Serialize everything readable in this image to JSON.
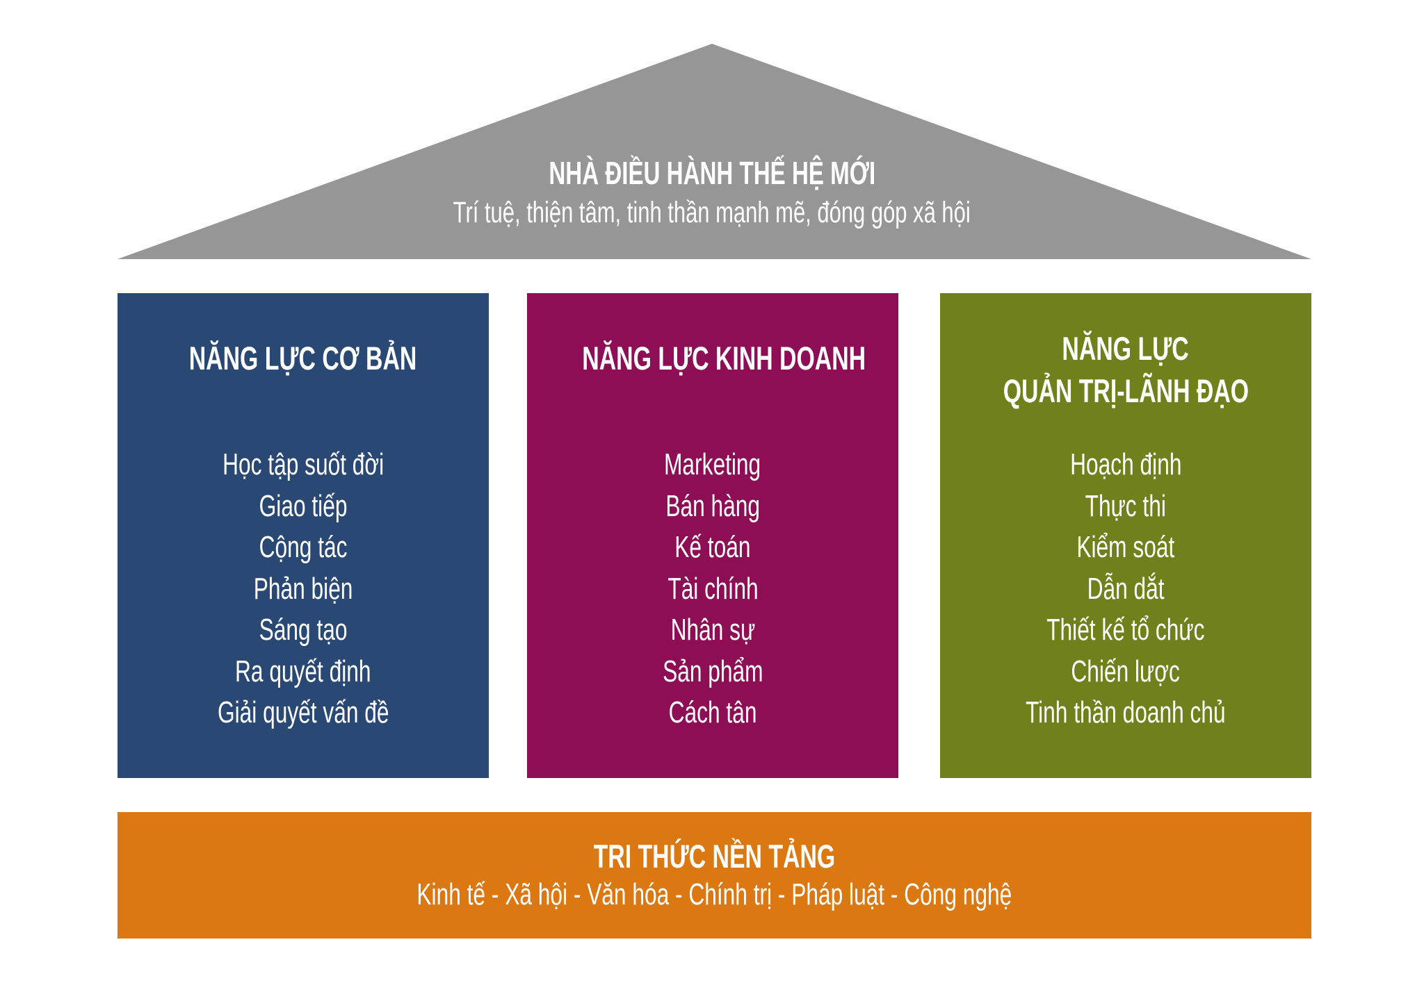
{
  "roof": {
    "title": "NHÀ ĐIỀU HÀNH THẾ HỆ MỚI",
    "subtitle": "Trí tuệ, thiện tâm, tinh thần mạnh mẽ, đóng góp xã hội",
    "color": "#959695"
  },
  "pillars": [
    {
      "title_lines": [
        "NĂNG LỰC CƠ BẢN"
      ],
      "color": "#294873",
      "items": [
        "Học tập suốt đời",
        "Giao tiếp",
        "Cộng tác",
        "Phản biện",
        "Sáng tạo",
        "Ra quyết định",
        "Giải quyết vấn đề"
      ]
    },
    {
      "title_lines": [
        "NĂNG LỰC KINH DOANH"
      ],
      "color": "#8d0e54",
      "items": [
        "Marketing",
        "Bán hàng",
        "Kế toán",
        "Tài chính",
        "Nhân sự",
        "Sản phẩm",
        "Cách tân"
      ]
    },
    {
      "title_lines": [
        "NĂNG LỰC",
        "QUẢN TRỊ-LÃNH ĐẠO"
      ],
      "color": "#6f801c",
      "items": [
        "Hoạch định",
        "Thực thi",
        "Kiểm soát",
        "Dẫn dắt",
        "Thiết kế tổ chức",
        "Chiến lược",
        "Tinh thần doanh chủ"
      ]
    }
  ],
  "foundation": {
    "title": "TRI THỨC NỀN TẢNG",
    "subtitle": "Kinh tế - Xã hội - Văn hóa - Chính trị - Pháp luật - Công nghệ",
    "color": "#dc7812"
  }
}
